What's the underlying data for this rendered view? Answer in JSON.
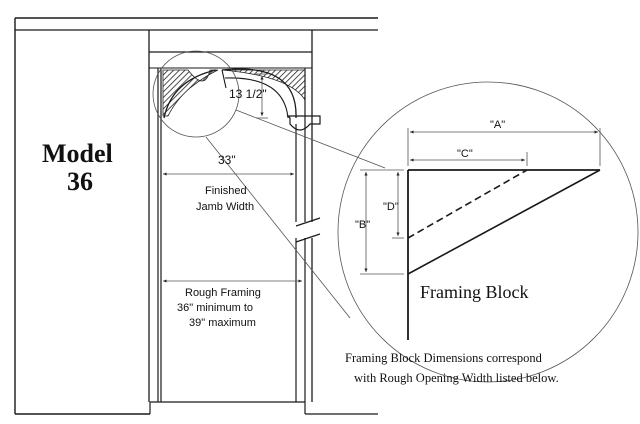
{
  "model": {
    "line1": "Model",
    "line2": "36"
  },
  "dimensions": {
    "arch_height": "13 1/2\"",
    "finished_width": "33\"",
    "finished_label_1": "Finished",
    "finished_label_2": "Jamb Width",
    "rough_label_1": "Rough Framing",
    "rough_label_2": "36\" minimum to",
    "rough_label_3": "39\" maximum"
  },
  "detail": {
    "a": "\"A\"",
    "b": "\"B\"",
    "c": "\"C\"",
    "d": "\"D\"",
    "title": "Framing Block"
  },
  "caption": {
    "line1": "Framing Block Dimensions correspond",
    "line2": "with Rough Opening Width listed below."
  }
}
